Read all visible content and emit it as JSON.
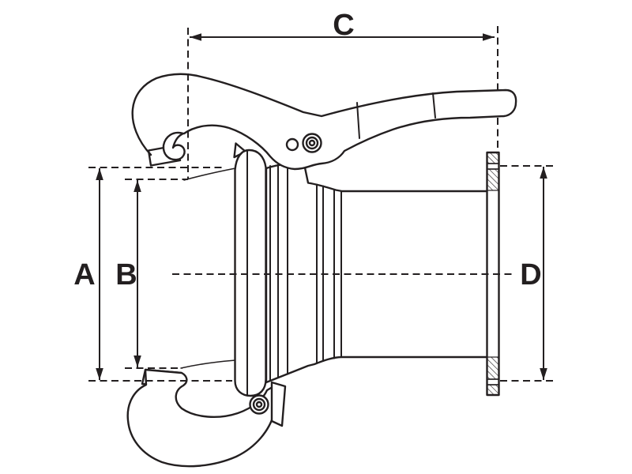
{
  "drawing": {
    "description": "Technical line drawing of a lever-lock hose coupling with flanged end",
    "colors": {
      "line": "#231f20",
      "background": "#ffffff"
    },
    "dimensions": {
      "a": {
        "label": "A"
      },
      "b": {
        "label": "B"
      },
      "c": {
        "label": "C"
      },
      "d": {
        "label": "D"
      }
    }
  }
}
